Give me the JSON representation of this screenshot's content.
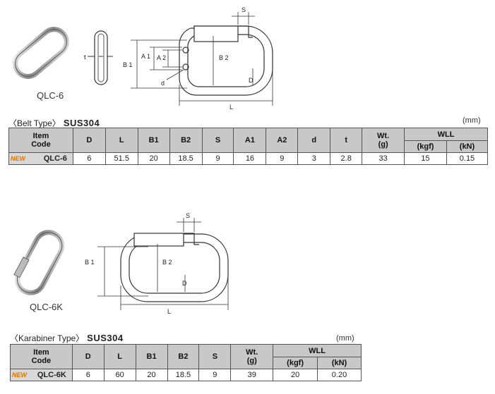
{
  "product1": {
    "photo_label": "QLC-6",
    "diagram_labels": {
      "t": "t",
      "b1": "B 1",
      "a1": "A 1",
      "a2": "A 2",
      "b2": "B 2",
      "s": "S",
      "d_small": "d",
      "d_big": "D",
      "l": "L"
    },
    "section_label": "〈Belt Type〉",
    "material": "SUS304",
    "unit": "(mm)",
    "table": {
      "headers": [
        "Item\nCode",
        "D",
        "L",
        "B1",
        "B2",
        "S",
        "A1",
        "A2",
        "d",
        "t",
        "Wt.\n(g)",
        "WLL",
        "(kgf)",
        "(kN)"
      ],
      "header_item": "Item",
      "header_code": "Code",
      "header_wt": "Wt.",
      "header_g": "(g)",
      "cols": [
        "D",
        "L",
        "B1",
        "B2",
        "S",
        "A1",
        "A2",
        "d",
        "t"
      ],
      "wll": "WLL",
      "kgf": "(kgf)",
      "kn": "(kN)",
      "new_badge": "NEW",
      "code": "QLC-6",
      "values": [
        "6",
        "51.5",
        "20",
        "18.5",
        "9",
        "16",
        "9",
        "3",
        "2.8",
        "33",
        "15",
        "0.15"
      ]
    }
  },
  "product2": {
    "photo_label": "QLC-6K",
    "diagram_labels": {
      "b1": "B 1",
      "b2": "B 2",
      "s": "S",
      "d_big": "D",
      "l": "L"
    },
    "section_label": "〈Karabiner Type〉",
    "material": "SUS304",
    "unit": "(mm)",
    "table": {
      "header_item": "Item",
      "header_code": "Code",
      "header_wt": "Wt.",
      "header_g": "(g)",
      "cols": [
        "D",
        "L",
        "B1",
        "B2",
        "S"
      ],
      "wll": "WLL",
      "kgf": "(kgf)",
      "kn": "(kN)",
      "new_badge": "NEW",
      "code": "QLC-6K",
      "values": [
        "6",
        "60",
        "20",
        "18.5",
        "9",
        "39",
        "20",
        "0.20"
      ]
    }
  }
}
